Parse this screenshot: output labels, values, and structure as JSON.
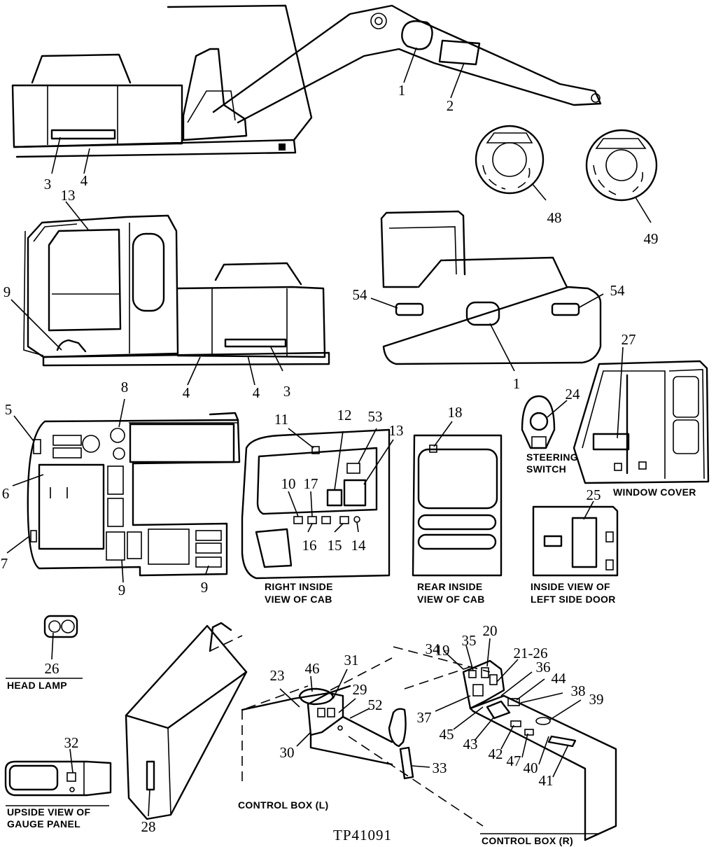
{
  "figure_id": "TP41091",
  "captions": {
    "steering_switch": [
      "STEERING",
      "SWITCH"
    ],
    "window_cover": "WINDOW COVER",
    "right_inside": [
      "RIGHT INSIDE",
      "VIEW OF CAB"
    ],
    "rear_inside": [
      "REAR INSIDE",
      "VIEW OF CAB"
    ],
    "left_door": [
      "INSIDE VIEW OF",
      "LEFT SIDE DOOR"
    ],
    "head_lamp": "HEAD LAMP",
    "gauge_panel": [
      "UPSIDE VIEW OF",
      "GAUGE PANEL"
    ],
    "control_box_l": "CONTROL BOX (L)",
    "control_box_r": "CONTROL BOX (R)"
  },
  "callouts": {
    "c1a": "1",
    "c2": "2",
    "c3a": "3",
    "c4a": "4",
    "c13a": "13",
    "c9a": "9",
    "c4b": "4",
    "c4c": "4",
    "c3b": "3",
    "c48": "48",
    "c49": "49",
    "c54a": "54",
    "c54b": "54",
    "c1b": "1",
    "c27": "27",
    "c24": "24",
    "c25": "25",
    "c5": "5",
    "c8": "8",
    "c6": "6",
    "c7": "7",
    "c9b": "9",
    "c9c": "9",
    "c11": "11",
    "c12": "12",
    "c53": "53",
    "c13b": "13",
    "c10": "10",
    "c17": "17",
    "c16": "16",
    "c15": "15",
    "c14": "14",
    "c18": "18",
    "c26": "26",
    "c32": "32",
    "c28": "28",
    "c23": "23",
    "c46": "46",
    "c31": "31",
    "c29": "29",
    "c52": "52",
    "c30": "30",
    "c33": "33",
    "c19": "19",
    "c20": "20",
    "c35": "35",
    "c34": "34",
    "c21_26": "21-26",
    "c36": "36",
    "c44": "44",
    "c38": "38",
    "c39": "39",
    "c37": "37",
    "c45": "45",
    "c43": "43",
    "c42": "42",
    "c47": "47",
    "c40": "40",
    "c41": "41"
  }
}
